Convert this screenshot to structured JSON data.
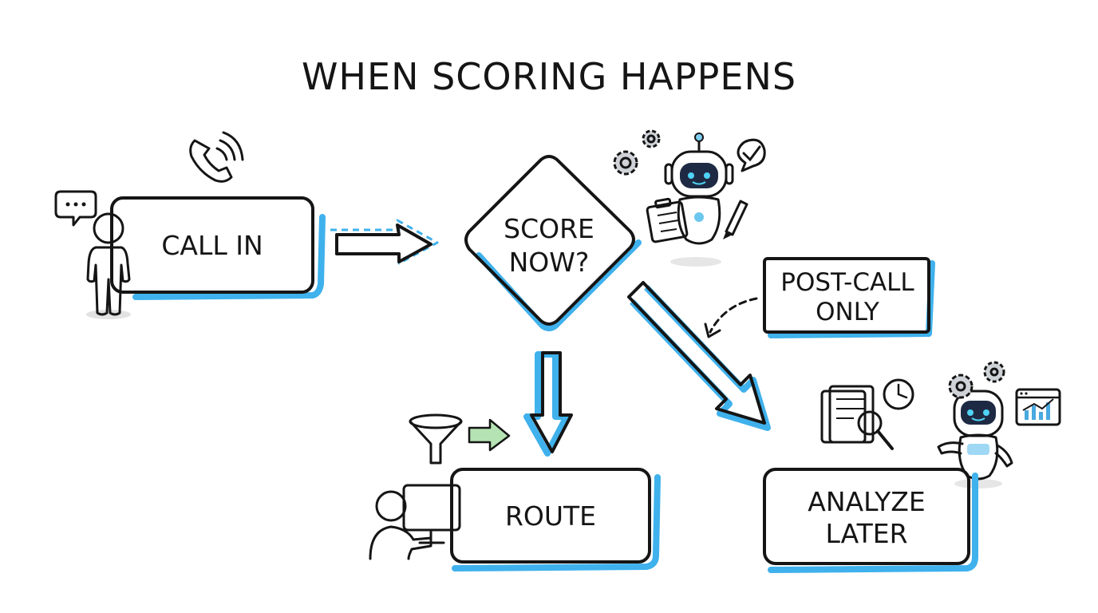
{
  "title": "WHEN SCORING HAPPENS",
  "nodes": {
    "call_in": "CALL IN",
    "score_now": [
      "SCORE",
      "NOW?"
    ],
    "route": "ROUTE",
    "analyze_later": [
      "ANALYZE",
      "LATER"
    ]
  },
  "note": [
    "POST-CALL",
    "ONLY"
  ],
  "icons": {
    "phone": "phone-icon",
    "caller": "person-icon",
    "speech": "speech-bubble-icon",
    "robot_scorer": "robot-icon",
    "gears": "gear-icon",
    "check": "check-bubble-icon",
    "funnel": "funnel-icon",
    "agent": "agent-at-computer-icon",
    "documents": "document-search-icon",
    "clock": "clock-icon",
    "dashboard": "chart-window-icon"
  },
  "colors": {
    "call_in": "#c9dcfb",
    "score_now": "#fbe49a",
    "route": "#c8ebc8",
    "analyze_later": "#d9c6f2",
    "note": "#ffffff",
    "accent_shadow": "#3fb1ec",
    "green_arrow": "#b5e3b3"
  }
}
